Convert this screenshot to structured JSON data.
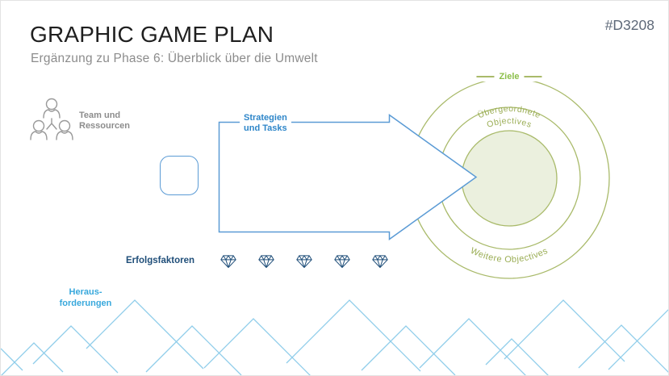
{
  "header": {
    "title": "GRAPHIC GAME PLAN",
    "subtitle": "Ergänzung zu Phase 6: Überblick über die Umwelt",
    "ref_code": "#D3208"
  },
  "team": {
    "label_line1": "Team und",
    "label_line2": "Ressourcen",
    "icon": "team-people-icon"
  },
  "strategies": {
    "label_line1": "Strategien",
    "label_line2": "und Tasks"
  },
  "goals": {
    "outer_label": "Ziele",
    "middle_label_line1": "Übergeordnete",
    "middle_label_line2": "Objectives",
    "bottom_ring_label": "Weitere Objectives"
  },
  "success_factors": {
    "label": "Erfolgsfaktoren",
    "diamond_count": 5,
    "icon": "diamond-icon"
  },
  "challenges": {
    "label_line1": "Heraus-",
    "label_line2": "forderungen",
    "icon": "mountain-range"
  },
  "colors": {
    "arrow_blue": "#5B9BD5",
    "strategy_text_blue": "#2E86C9",
    "navy": "#1F4E79",
    "challenge_blue": "#38A8DC",
    "mountain_blue": "#8FCDEA",
    "ring_olive": "#A9BA6A",
    "goal_green": "#8CBF4A",
    "inner_circle_fill": "#EBF0DE",
    "gray_text": "#8C8C8C",
    "ref_gray": "#5D6878"
  }
}
